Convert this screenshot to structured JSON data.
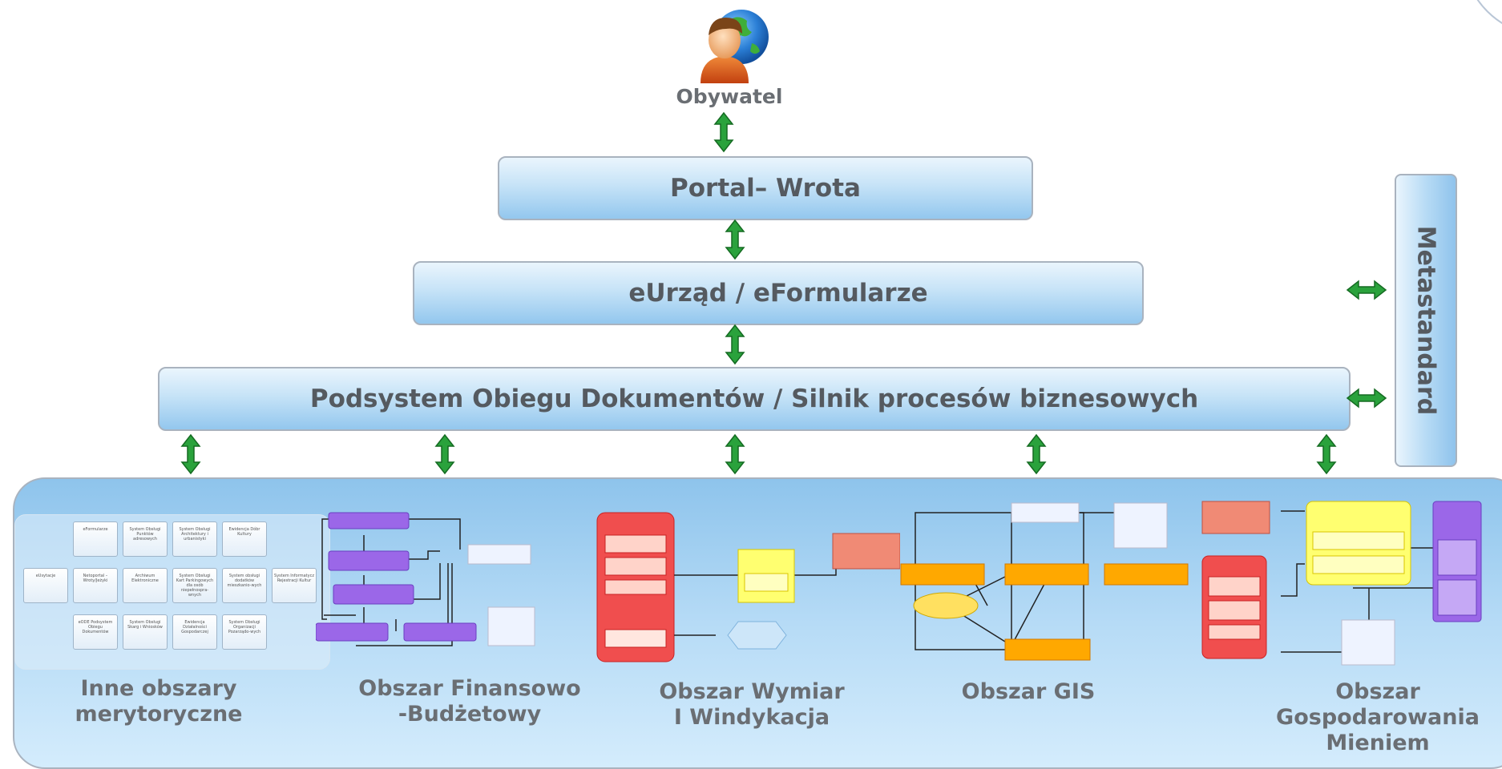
{
  "citizen": {
    "label": "Obywatel",
    "icon": "citizen-globe-icon"
  },
  "tiers": {
    "portal": "Portal– Wrota",
    "eurzad": "eUrząd / eFormularze",
    "podsystem": "Podsystem Obiegu Dokumentów / Silnik procesów biznesowych"
  },
  "metastandard": "Metastandard",
  "areas": [
    {
      "line1": "Inne obszary",
      "line2": "merytoryczne"
    },
    {
      "line1": "Obszar Finansowo",
      "line2": "-Budżetowy"
    },
    {
      "line1": "Obszar Wymiar",
      "line2": "I Windykacja"
    },
    {
      "line1": "Obszar  GIS",
      "line2": ""
    },
    {
      "line1": "Obszar",
      "line2": "Gospodarowania",
      "line3": "Mieniem"
    }
  ],
  "inne_tiles": [
    [
      "eFormularze",
      "System Obsługi Punktów adresowych",
      "System Obsługi Architektury i urbanistyki",
      "Ewidencja Dóbr Kultury"
    ],
    [
      "eUsytacje",
      "Netoportal – Wroty/Jeżyki",
      "Archiwum Elektroniczne",
      "System Obsługi Kart Parkingowych dla osób niepełnospra-wnych",
      "System obsługi dodatków mieszkanio-wych",
      "System Informatycz Rejestracji Kultur"
    ],
    [
      "eODE Podsystem Obiegu Dokumentów",
      "System Obsługi Skarg i Wniosków",
      "Ewidencja Działalności Gospodarczej",
      "System Obsługi Organizacji Pozarządo-wych"
    ]
  ],
  "colors": {
    "tier_border": "#a9b3bf",
    "tier_text": "#555a60",
    "arrow_green": "#1e8a2e",
    "panel_top": "#8ec4ec",
    "panel_bottom": "#d4ecfc",
    "label_gray": "#6a6e73"
  }
}
